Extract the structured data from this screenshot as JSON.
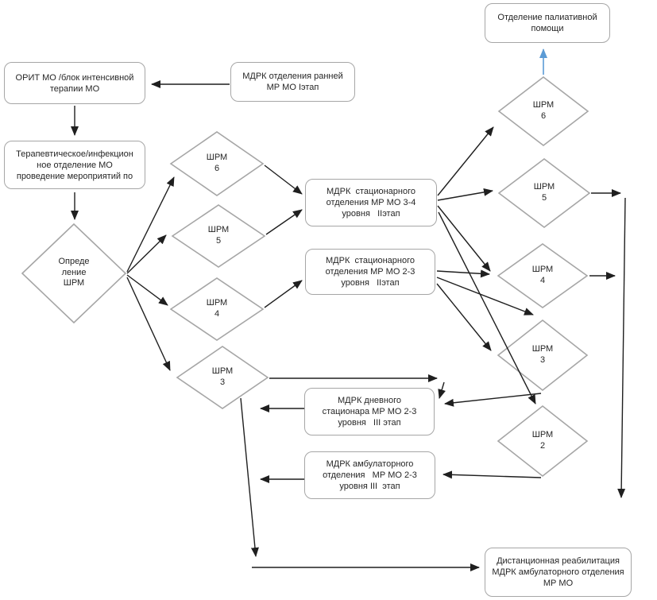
{
  "colors": {
    "background": "#ffffff",
    "node_border": "#a6a6a6",
    "node_fill": "#ffffff",
    "arrow": "#1f1f1f",
    "palliative_arrow": "#5b9bd5",
    "text": "#262626"
  },
  "boxes": {
    "orit": {
      "lines": [
        "ОРИТ МО /блок интенсивной",
        "терапии МО"
      ]
    },
    "mdrk_early": {
      "lines": [
        "МДРК отделения ранней",
        "МР МО Iэтап"
      ]
    },
    "palliative": {
      "lines": [
        "Отделение палиативной",
        "помощи"
      ]
    },
    "therapeutic": {
      "lines": [
        "Терапевтическое/инфекцион",
        "ное отделение МО",
        "проведение мероприятий по"
      ]
    },
    "mdrk_stat_34": {
      "lines": [
        "МДРК  стационарного",
        "отделения МР МО 3-4",
        "уровня   IIэтап"
      ]
    },
    "mdrk_stat_23": {
      "lines": [
        "МДРК  стационарного",
        "отделения МР МО 2-3",
        "уровня   IIэтап"
      ]
    },
    "mdrk_day": {
      "lines": [
        "МДРК дневного",
        "стационара МР МО 2-3",
        "уровня   III этап"
      ]
    },
    "mdrk_amb": {
      "lines": [
        "МДРК амбулаторного",
        "отделения   МР МО 2-3",
        "уровня III  этап"
      ]
    },
    "mdrk_remote": {
      "lines": [
        "Дистанционная реабилитация",
        "МДРК амбулаторного отделения",
        "МР МО"
      ]
    }
  },
  "decision": {
    "lines": [
      "Опреде",
      "ление",
      "ШРМ"
    ]
  },
  "shrm_left": [
    {
      "title": "ШРМ",
      "value": "6"
    },
    {
      "title": "ШРМ",
      "value": "5"
    },
    {
      "title": "ШРМ",
      "value": "4"
    },
    {
      "title": "ШРМ",
      "value": "3"
    }
  ],
  "shrm_right": [
    {
      "title": "ШРМ",
      "value": "6"
    },
    {
      "title": "ШРМ",
      "value": "5"
    },
    {
      "title": "ШРМ",
      "value": "4"
    },
    {
      "title": "ШРМ",
      "value": "3"
    },
    {
      "title": "ШРМ",
      "value": "2"
    }
  ]
}
